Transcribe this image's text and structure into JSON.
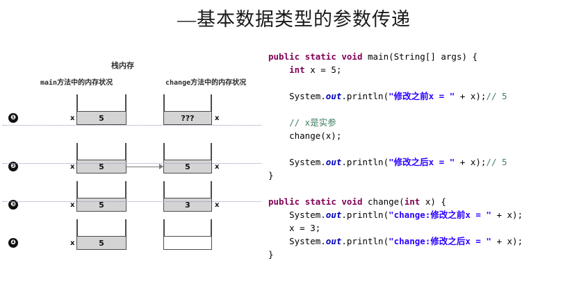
{
  "title": "—基本数据类型的参数传递",
  "diagram": {
    "stack_title": "栈内存",
    "columns": [
      {
        "label": "main方法中的内存状况"
      },
      {
        "label": "change方法中的内存状况"
      }
    ],
    "steps": [
      {
        "marker": "❶",
        "left": {
          "var": "x",
          "value": "5",
          "filled": true,
          "shown": true
        },
        "right": {
          "var": "x",
          "value": "???",
          "filled": true,
          "shown": true
        },
        "arrow": false
      },
      {
        "marker": "❷",
        "left": {
          "var": "x",
          "value": "5",
          "filled": true,
          "shown": true
        },
        "right": {
          "var": "x",
          "value": "5",
          "filled": true,
          "shown": true
        },
        "arrow": true
      },
      {
        "marker": "❸",
        "left": {
          "var": "x",
          "value": "5",
          "filled": true,
          "shown": true
        },
        "right": {
          "var": "x",
          "value": "3",
          "filled": true,
          "shown": true
        },
        "arrow": false
      },
      {
        "marker": "❹",
        "left": {
          "var": "x",
          "value": "5",
          "filled": true,
          "shown": true
        },
        "right": {
          "var": "",
          "value": "",
          "filled": false,
          "shown": true
        },
        "arrow": false
      }
    ]
  },
  "code": {
    "language": "java",
    "lines": [
      [
        {
          "t": "public ",
          "c": "kw"
        },
        {
          "t": "static ",
          "c": "kw"
        },
        {
          "t": "void ",
          "c": "kw"
        },
        {
          "t": "main(String[] args) {",
          "c": "pl"
        }
      ],
      [
        {
          "t": "    ",
          "c": "pl"
        },
        {
          "t": "int ",
          "c": "kw"
        },
        {
          "t": "x = ",
          "c": "pl"
        },
        {
          "t": "5",
          "c": "pl"
        },
        {
          "t": ";",
          "c": "pl"
        }
      ],
      [],
      [
        {
          "t": "    System.",
          "c": "pl"
        },
        {
          "t": "out",
          "c": "fld"
        },
        {
          "t": ".println(",
          "c": "pl"
        },
        {
          "t": "\"修改之前x = \"",
          "c": "str"
        },
        {
          "t": " + x);",
          "c": "pl"
        },
        {
          "t": "// 5",
          "c": "cmt"
        }
      ],
      [],
      [
        {
          "t": "    ",
          "c": "pl"
        },
        {
          "t": "// x是实参",
          "c": "cmt"
        }
      ],
      [
        {
          "t": "    change(x);",
          "c": "pl"
        }
      ],
      [],
      [
        {
          "t": "    System.",
          "c": "pl"
        },
        {
          "t": "out",
          "c": "fld"
        },
        {
          "t": ".println(",
          "c": "pl"
        },
        {
          "t": "\"修改之后x = \"",
          "c": "str"
        },
        {
          "t": " + x);",
          "c": "pl"
        },
        {
          "t": "// 5",
          "c": "cmt"
        }
      ],
      [
        {
          "t": "}",
          "c": "pl"
        }
      ],
      [],
      [
        {
          "t": "public ",
          "c": "kw"
        },
        {
          "t": "static ",
          "c": "kw"
        },
        {
          "t": "void ",
          "c": "kw"
        },
        {
          "t": "change(",
          "c": "pl"
        },
        {
          "t": "int ",
          "c": "kw"
        },
        {
          "t": "x) {",
          "c": "pl"
        }
      ],
      [
        {
          "t": "    System.",
          "c": "pl"
        },
        {
          "t": "out",
          "c": "fld"
        },
        {
          "t": ".println(",
          "c": "pl"
        },
        {
          "t": "\"change:修改之前x = \"",
          "c": "str"
        },
        {
          "t": " + x);",
          "c": "pl"
        }
      ],
      [
        {
          "t": "    x = ",
          "c": "pl"
        },
        {
          "t": "3",
          "c": "pl"
        },
        {
          "t": ";",
          "c": "pl"
        }
      ],
      [
        {
          "t": "    System.",
          "c": "pl"
        },
        {
          "t": "out",
          "c": "fld"
        },
        {
          "t": ".println(",
          "c": "pl"
        },
        {
          "t": "\"change:修改之后x = \"",
          "c": "str"
        },
        {
          "t": " + x);",
          "c": "pl"
        }
      ],
      [
        {
          "t": "}",
          "c": "pl"
        }
      ]
    ]
  },
  "colors": {
    "keyword": "#7f0055",
    "string": "#2a00ff",
    "comment": "#3f7f5f",
    "field": "#0000c0",
    "cell_fill": "#d4d4d4",
    "frame_stroke": "#4a4a4a",
    "separator": "#8a96b5"
  }
}
